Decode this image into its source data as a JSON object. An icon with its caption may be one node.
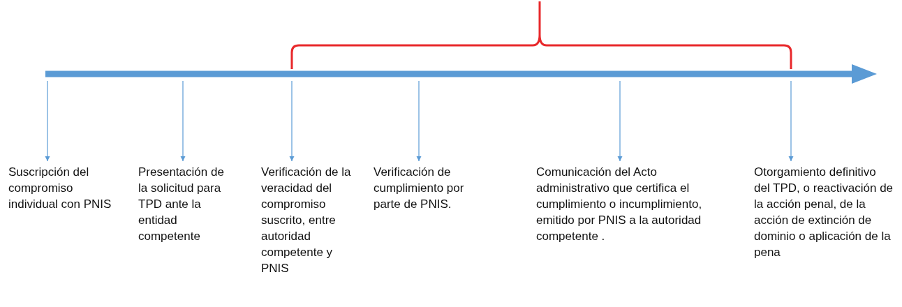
{
  "diagram": {
    "nodes": [
      {
        "text": [
          "Suscripción del compromiso individual con PNIS"
        ]
      },
      {
        "text": [
          "Presentación de la solicitud para TPD ante la entidad competente"
        ]
      },
      {
        "text": [
          "Verificación de la veracidad del compromiso suscrito, entre autoridad competente y PNIS"
        ]
      },
      {
        "text": [
          "Verificación de cumplimiento por parte de PNIS."
        ]
      },
      {
        "text": [
          "Comunicación del Acto administrativo que certifica el cumplimiento o incumplimiento, emitido por PNIS a la autoridad competente ."
        ]
      },
      {
        "text": [
          "Otorgamiento definitivo del TPD, o reactivación de la acción penal, de la acción de extinción de dominio o aplicación de la pena"
        ]
      }
    ],
    "edges": [
      {
        "from": null,
        "to": 0,
        "arrow": "to"
      },
      {
        "from": null,
        "to": 1,
        "arrow": "to"
      },
      {
        "from": null,
        "to": 2,
        "arrow": "to"
      },
      {
        "from": null,
        "to": 3,
        "arrow": "to"
      },
      {
        "from": null,
        "to": 4,
        "arrow": "to"
      },
      {
        "from": null,
        "to": 5,
        "arrow": "to"
      }
    ]
  }
}
